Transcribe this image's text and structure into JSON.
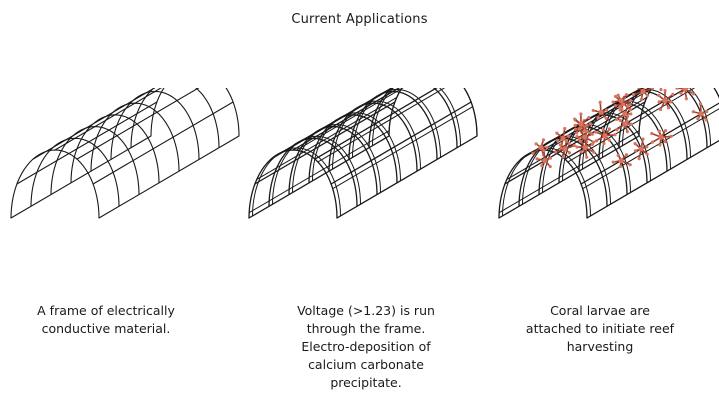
{
  "title": "Current Applications",
  "stages": [
    {
      "id": "frame",
      "caption_lines": [
        "A frame of electrically",
        "conductive material."
      ]
    },
    {
      "id": "voltage",
      "caption_lines": [
        "Voltage (>1.23) is run",
        "through the frame.",
        "Electro-deposition of",
        "calcium carbonate",
        "precipitate."
      ]
    },
    {
      "id": "coral",
      "caption_lines": [
        "Coral larvae are",
        "attached to initiate reef",
        "harvesting"
      ]
    }
  ],
  "colors": {
    "ink": "#1a1a1a",
    "coral": "#d9735e",
    "coral_dark": "#a3402e"
  },
  "icons": [
    "wire-frame-icon",
    "mineralized-frame-icon",
    "coral-frame-icon"
  ]
}
